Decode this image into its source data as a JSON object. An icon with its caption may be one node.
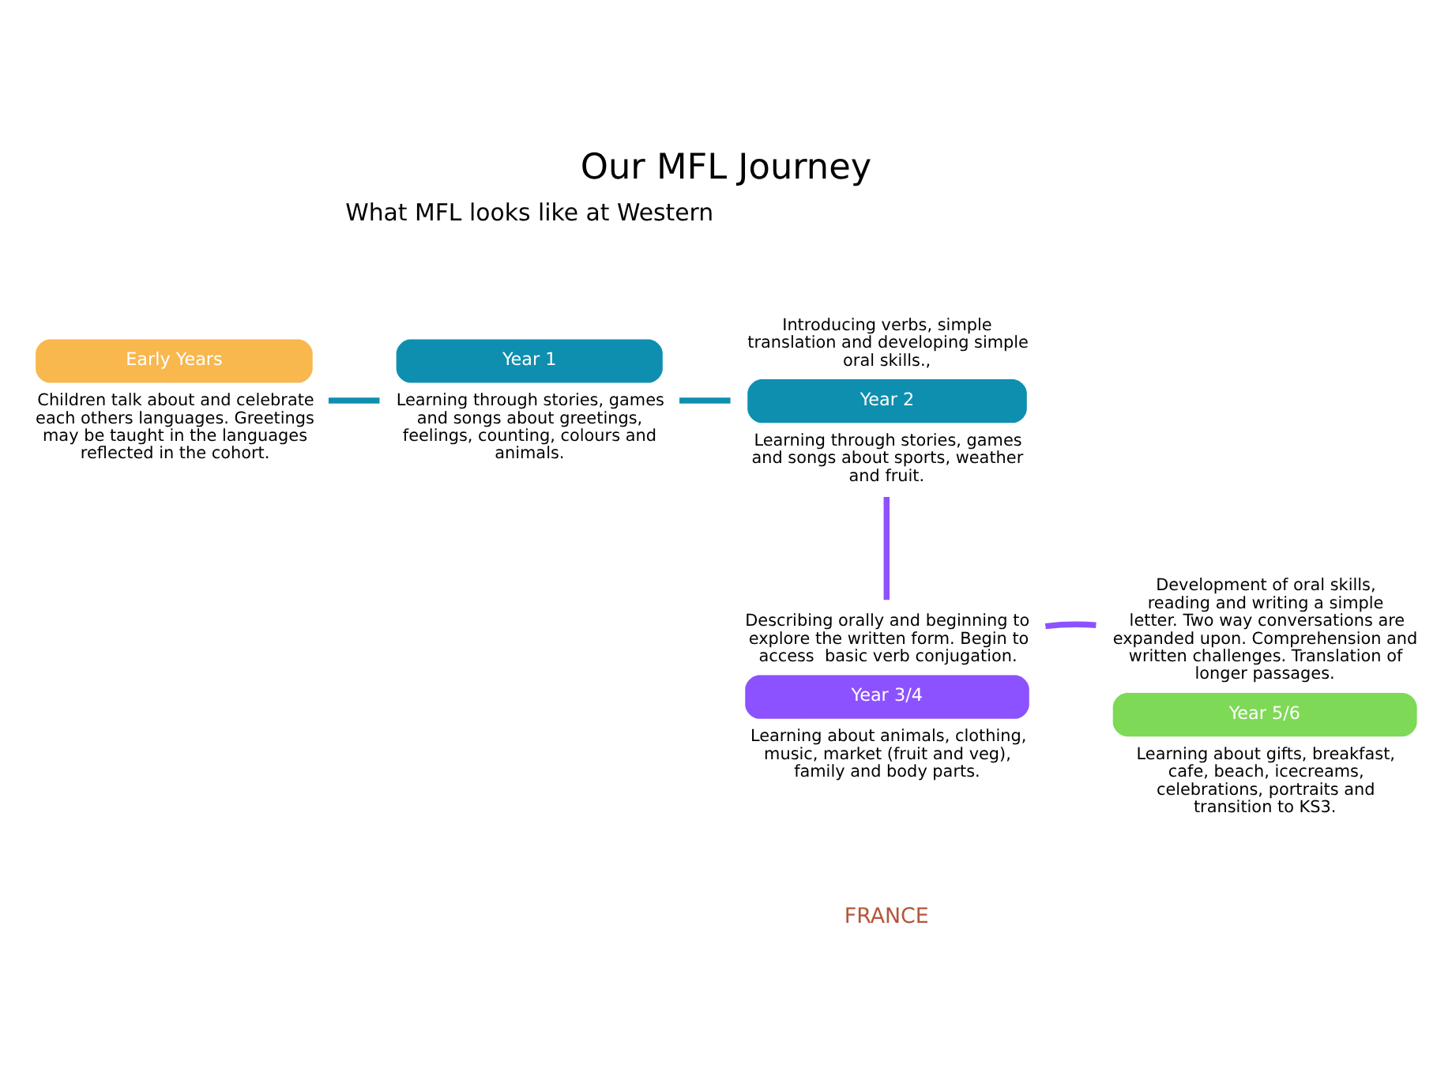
{
  "diagram": {
    "title": "Our MFL Journey",
    "nodes": [
      {
        "text": [
          "Early Years"
        ],
        "beside": [
          "Children talk about and celebrate each others languages. Greetings may be taught in the languages reflected in the cohort."
        ]
      },
      {
        "text": [
          "Year 1"
        ],
        "beside": [
          "Learning through stories, games and songs about greetings, feelings, counting, colours and animals."
        ]
      },
      {
        "text": [
          "Year 2"
        ],
        "beside": [
          "Introducing verbs, simple translation and developing simple oral skills.,",
          "Learning through stories, games and songs about sports, weather and fruit."
        ]
      },
      {
        "text": [
          "Year 3/4"
        ],
        "beside": [
          "Describing orally and beginning to explore the written form. Begin to access  basic verb conjugation.",
          "Learning about animals, clothing, music, market (fruit and veg), family and body parts."
        ]
      },
      {
        "text": [
          "Year 5/6"
        ],
        "beside": [
          "Development of oral skills, reading and writing a simple letter. Two way conversations are expanded upon. Comprehension and written challenges. Translation of longer passages.",
          "Learning about gifts, breakfast, cafe, beach, icecreams, celebrations, portraits and transition to KS3."
        ]
      }
    ],
    "edges": [
      {
        "from": 0,
        "to": 1,
        "arrow": "none"
      },
      {
        "from": 1,
        "to": 2,
        "arrow": "none"
      },
      {
        "from": 2,
        "to": 3,
        "arrow": "none",
        "color": "#8c52ff"
      },
      {
        "from": 3,
        "to": 4,
        "arrow": "none",
        "color": "#8c52ff"
      }
    ],
    "labels": [
      "What MFL looks like at Western",
      "FRANCE"
    ]
  }
}
